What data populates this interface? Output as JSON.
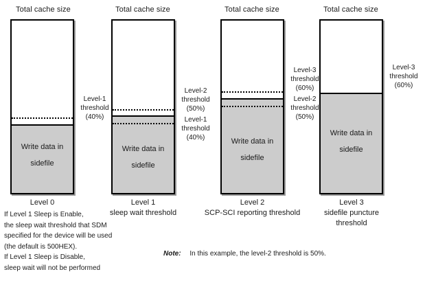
{
  "diagram": {
    "title_header": "Total cache size",
    "fill_label_line1": "Write data in",
    "fill_label_line2": "sidefile",
    "columns": [
      {
        "header": "Total cache size",
        "caption_line1": "Level 0",
        "caption_line2": "",
        "fill_top_percent": 40,
        "thresholds": [
          {
            "name": "Level-1",
            "word": "threshold",
            "percent": "(40%)",
            "at": 40
          }
        ]
      },
      {
        "header": "Total cache size",
        "caption_line1": "Level 1",
        "caption_line2": "sleep wait threshold",
        "fill_top_percent": 45,
        "thresholds": [
          {
            "name": "Level-2",
            "word": "threshold",
            "percent": "(50%)",
            "at": 50
          },
          {
            "name": "Level-1",
            "word": "threshold",
            "percent": "(40%)",
            "at": 40
          }
        ]
      },
      {
        "header": "Total cache size",
        "caption_line1": "Level 2",
        "caption_line2": "SCP-SCI reporting threshold",
        "fill_top_percent": 55,
        "thresholds": [
          {
            "name": "Level-3",
            "word": "threshold",
            "percent": "(60%)",
            "at": 60
          },
          {
            "name": "Level-2",
            "word": "threshold",
            "percent": "(50%)",
            "at": 50
          }
        ]
      },
      {
        "header": "Total cache size",
        "caption_line1": "Level 3",
        "caption_line2": "sidefile puncture",
        "caption_line3": "threshold",
        "fill_top_percent": 58,
        "thresholds": [
          {
            "name": "Level-3",
            "word": "threshold",
            "percent": "(60%)",
            "at": 60
          }
        ]
      }
    ],
    "footnote": {
      "line1": "If Level 1 Sleep is Enable,",
      "line2": "the sleep wait threshold that SDM",
      "line3": "specified for the device will be used",
      "line4": "(the default is 500HEX).",
      "line5": "If Level 1 Sleep is Disable,",
      "line6": "sleep wait will not be performed"
    },
    "note": {
      "label": "Note",
      "separator": ":",
      "text": "In this example, the level-2 threshold is 50%."
    },
    "colors": {
      "fill": "#cccccc",
      "stroke": "#000000",
      "shadow": "#999999",
      "background": "#ffffff"
    }
  }
}
